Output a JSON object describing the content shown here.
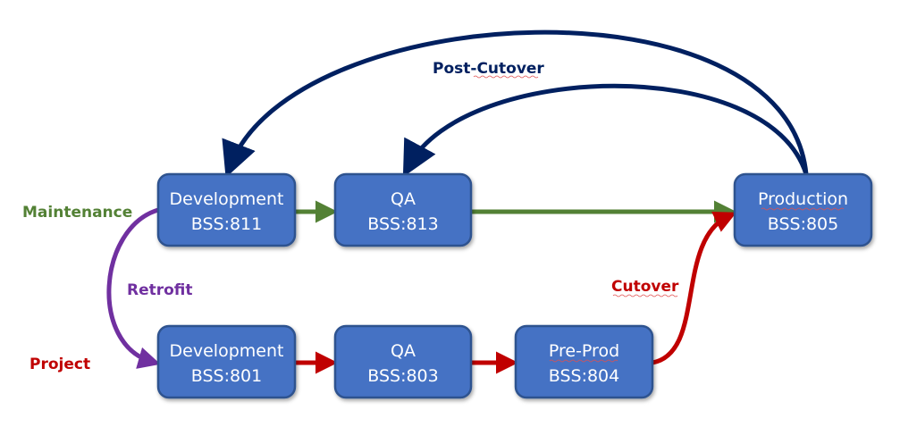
{
  "colors": {
    "node_fill": "#4472c4",
    "node_border": "#2f528f",
    "maintenance": "#538135",
    "project": "#c00000",
    "retrofit": "#7030a0",
    "post_cutover": "#002060",
    "cutover": "#c00000"
  },
  "nodes": [
    {
      "id": "dev811",
      "title": "Development",
      "sid": "BSS:811",
      "lane": "maintenance"
    },
    {
      "id": "qa813",
      "title": "QA",
      "sid": "BSS:813",
      "lane": "maintenance"
    },
    {
      "id": "prod805",
      "title": "Production",
      "sid": "BSS:805",
      "lane": "shared"
    },
    {
      "id": "dev801",
      "title": "Development",
      "sid": "BSS:801",
      "lane": "project"
    },
    {
      "id": "qa803",
      "title": "QA",
      "sid": "BSS:803",
      "lane": "project"
    },
    {
      "id": "preprod804",
      "title": "Pre-Prod",
      "sid": "BSS:804",
      "lane": "project"
    }
  ],
  "edges": [
    {
      "from": "dev811",
      "to": "qa813",
      "color": "maintenance"
    },
    {
      "from": "qa813",
      "to": "prod805",
      "color": "maintenance"
    },
    {
      "from": "dev801",
      "to": "qa803",
      "color": "project"
    },
    {
      "from": "qa803",
      "to": "preprod804",
      "color": "project"
    },
    {
      "from": "preprod804",
      "to": "prod805",
      "color": "cutover",
      "label": "Cutover"
    },
    {
      "from": "dev811",
      "to": "dev801",
      "color": "retrofit",
      "label": "Retrofit"
    },
    {
      "from": "prod805",
      "to": "dev811",
      "color": "post_cutover",
      "label": "Post-Cutover"
    },
    {
      "from": "prod805",
      "to": "qa813",
      "color": "post_cutover"
    }
  ],
  "labels": {
    "maintenance": "Maintenance",
    "project": "Project",
    "retrofit": "Retrofit",
    "cutover": "Cutover",
    "post_cutover": "Post-Cutover"
  }
}
